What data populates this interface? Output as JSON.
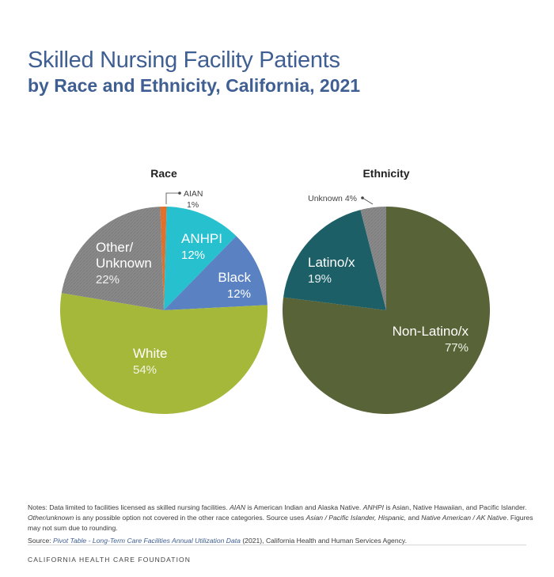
{
  "title": "Skilled Nursing Facility Patients",
  "subtitle": "by Race and Ethnicity, California, 2021",
  "chart_data": [
    {
      "type": "pie",
      "title": "Race",
      "labels": [
        "AIAN",
        "ANHPI",
        "Black",
        "White",
        "Other/ Unknown"
      ],
      "values": [
        1,
        12,
        12,
        54,
        22
      ],
      "value_labels": [
        "1%",
        "12%",
        "12%",
        "54%",
        "22%"
      ],
      "colors": [
        "#e0712c",
        "#26c0cf",
        "#5a82c3",
        "#a6b83a",
        "#8a8a8a"
      ],
      "start_angle_deg": -2,
      "direction": "clockwise"
    },
    {
      "type": "pie",
      "title": "Ethnicity",
      "labels": [
        "Non-Latino/x",
        "Latino/x",
        "Unknown"
      ],
      "values": [
        77,
        19,
        4
      ],
      "value_labels": [
        "77%",
        "19%",
        "4%"
      ],
      "colors": [
        "#586437",
        "#1c5f66",
        "#8a8a8a"
      ],
      "start_angle_deg": 0,
      "direction": "clockwise"
    }
  ],
  "notes": {
    "text_1": "Notes: Data limited to facilities licensed as skilled nursing facilities. ",
    "aian": "AIAN",
    "text_2": " is American Indian and Alaska Native. ",
    "anhpi": "ANHPI",
    "text_3": " is Asian, Native Hawaiian, and Pacific Islander. ",
    "other": "Other/unknown",
    "text_4": " is any possible option not covered in the other race categories. Source uses ",
    "cat_1": "Asian / Pacific Islander, Hispanic,",
    "text_5": " and ",
    "cat_2": "Native American / AK Native",
    "text_6": ". Figures may not sum due to rounding."
  },
  "source": {
    "prefix": "Source: ",
    "link": "Pivot Table - Long-Term Care Facilities Annual Utilization Data",
    "suffix": " (2021), California Health and Human Services Agency."
  },
  "footer": "CALIFORNIA HEALTH CARE FOUNDATION"
}
